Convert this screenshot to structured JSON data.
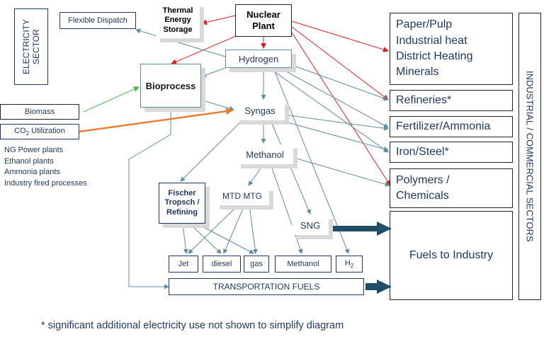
{
  "nodes": {
    "nuclear_plant": "Nuclear\nPlant",
    "thermal_storage": "Thermal\nEnergy\nStorage",
    "flexible_dispatch": "Flexible Dispatch",
    "electricity_sector": "ELECTRICITY\nSECTOR",
    "hydrogen": "Hydrogen",
    "bioprocess": "Bioprocess",
    "biomass": "Biomass",
    "co2_utilization_prefix": "CO",
    "co2_utilization_sub": "2",
    "co2_utilization_suffix": " Utilization",
    "co2_sources": [
      "NG Power plants",
      "Ethanol plants",
      "Ammonia plants",
      "Industry fired processes"
    ],
    "syngas": "Syngas",
    "methanol": "Methanol",
    "fischer_tropsch": "Fischer\nTropsch /\nRefining",
    "mtd_mtg": "MTD MTG",
    "sng": "SNG",
    "products": {
      "jet": "Jet",
      "diesel": "diesel",
      "gas": "gas",
      "methanol": "Methanol",
      "h2_prefix": "H",
      "h2_sub": "2"
    },
    "transportation_fuels": "TRANSPORTATION FUELS",
    "paper_pulp": "Paper/Pulp\nIndustrial heat\nDistrict Heating\nMinerals",
    "refineries": "Refineries*",
    "fertilizer": "Fertilizer/Ammonia",
    "iron_steel": "Iron/Steel*",
    "polymers": "Polymers /\nChemicals",
    "fuels_industry": "Fuels to Industry",
    "industrial_sectors": "INDUSTRIAL / COMMERCIAL SECTORS"
  },
  "footnote": "* significant additional electricity use not shown to simplify diagram",
  "colors": {
    "navy": "#1f3864",
    "teal_line": "#5b8ea0",
    "red_arrow": "#e02020",
    "green_arrow": "#48b848",
    "orange_arrow": "#ed7d31",
    "big_arrow": "#1f4e66"
  }
}
